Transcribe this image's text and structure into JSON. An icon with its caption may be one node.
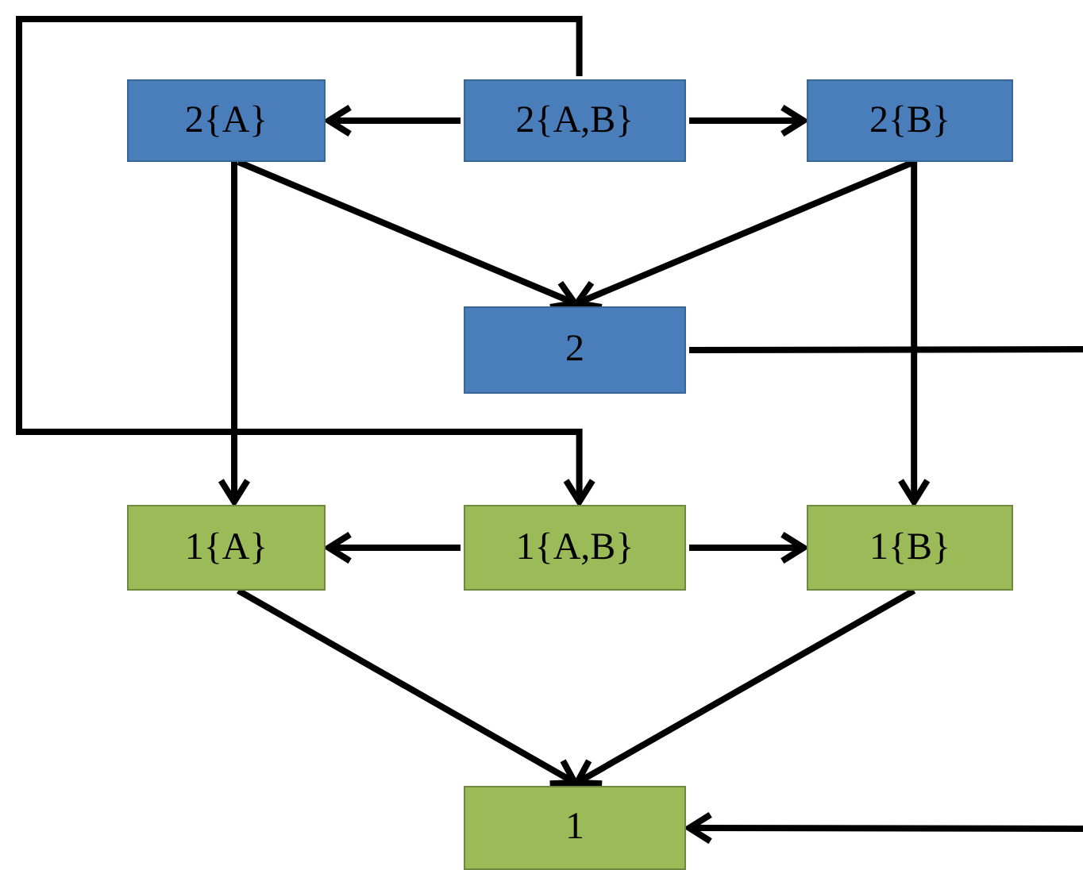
{
  "diagram": {
    "nodes": [
      {
        "text": [
          "2{A}"
        ]
      },
      {
        "text": [
          "2{A,B}"
        ]
      },
      {
        "text": [
          "2{B}"
        ]
      },
      {
        "text": [
          "2"
        ]
      },
      {
        "text": [
          "1{A}"
        ]
      },
      {
        "text": [
          "1{A,B}"
        ]
      },
      {
        "text": [
          "1{B}"
        ]
      },
      {
        "text": [
          "1"
        ]
      }
    ],
    "edges": [
      {
        "from": 1,
        "to": 0,
        "arrow": "to"
      },
      {
        "from": 1,
        "to": 2,
        "arrow": "to"
      },
      {
        "from": 0,
        "to": 3,
        "arrow": "to"
      },
      {
        "from": 2,
        "to": 3,
        "arrow": "to"
      },
      {
        "from": 0,
        "to": 4,
        "arrow": "to"
      },
      {
        "from": 2,
        "to": 6,
        "arrow": "to"
      },
      {
        "from": 1,
        "to": 5,
        "arrow": "to"
      },
      {
        "from": 3,
        "to": null,
        "arrow": "none"
      },
      {
        "from": 5,
        "to": 4,
        "arrow": "to"
      },
      {
        "from": 5,
        "to": 6,
        "arrow": "to"
      },
      {
        "from": 4,
        "to": 7,
        "arrow": "to"
      },
      {
        "from": 6,
        "to": 7,
        "arrow": "to"
      },
      {
        "from": null,
        "to": 7,
        "arrow": "to"
      }
    ]
  }
}
